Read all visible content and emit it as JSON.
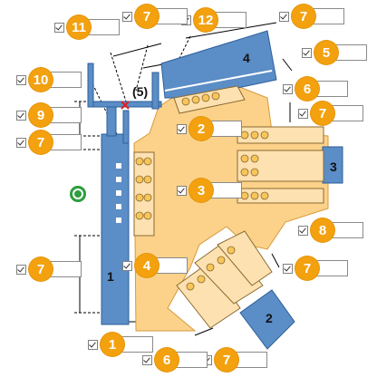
{
  "colors": {
    "steel": "#5b8dc6",
    "floor": "#fcd28a",
    "badge": "#f3a10f",
    "target": "#2e9e3e"
  },
  "zone_labels": {
    "z1": "1",
    "z2": "2",
    "z3": "3",
    "z4": "4",
    "z5": "(5)"
  },
  "annotations": [
    {
      "id": "a11",
      "number": "11"
    },
    {
      "id": "a7top",
      "number": "7"
    },
    {
      "id": "a12",
      "number": "12"
    },
    {
      "id": "a7tr",
      "number": "7"
    },
    {
      "id": "a5",
      "number": "5"
    },
    {
      "id": "a10",
      "number": "10"
    },
    {
      "id": "a6r",
      "number": "6"
    },
    {
      "id": "a9",
      "number": "9"
    },
    {
      "id": "a2",
      "number": "2"
    },
    {
      "id": "a7r",
      "number": "7"
    },
    {
      "id": "a7l",
      "number": "7"
    },
    {
      "id": "a3",
      "number": "3"
    },
    {
      "id": "a8",
      "number": "8"
    },
    {
      "id": "a7l2",
      "number": "7"
    },
    {
      "id": "a4",
      "number": "4"
    },
    {
      "id": "a7r2",
      "number": "7"
    },
    {
      "id": "a1",
      "number": "1"
    },
    {
      "id": "a6b",
      "number": "6"
    },
    {
      "id": "a7b",
      "number": "7"
    }
  ]
}
